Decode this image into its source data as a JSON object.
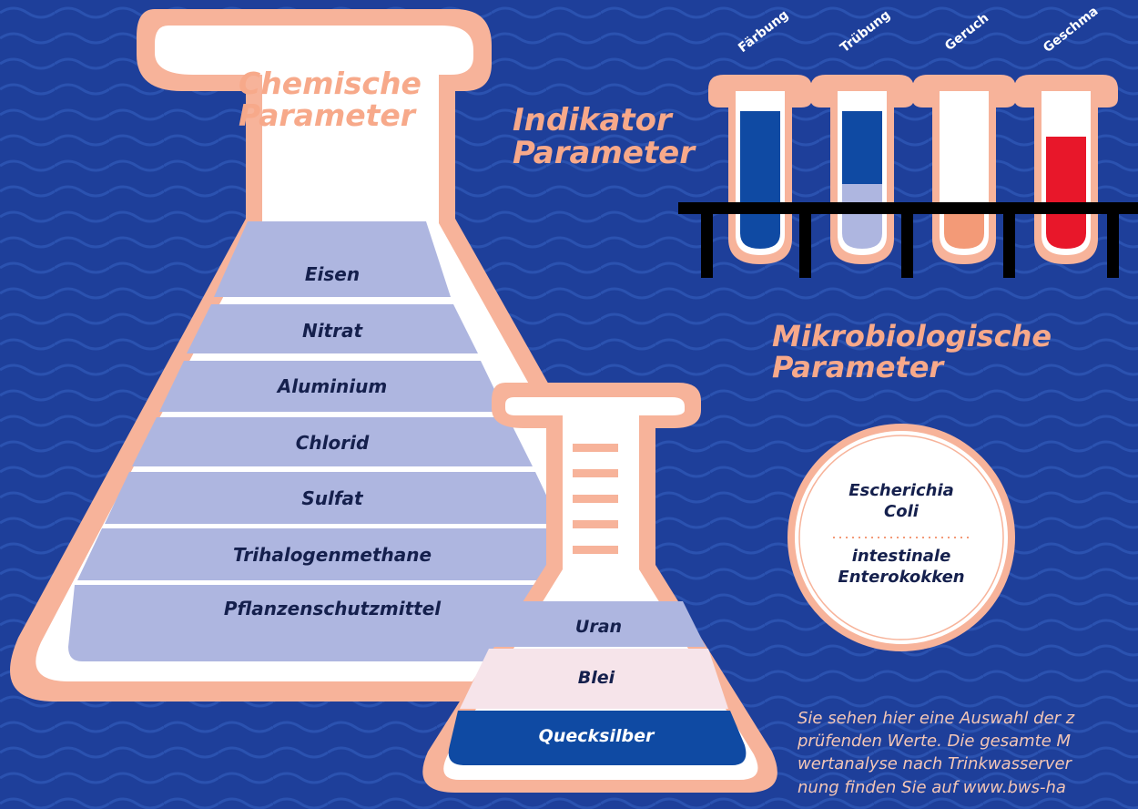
{
  "chemische": {
    "title_line1": "Chemische",
    "title_line2": "Parameter",
    "bands": [
      "Eisen",
      "Nitrat",
      "Aluminium",
      "Chlorid",
      "Sulfat",
      "Trihalogenmethane",
      "Pflanzenschutzmittel"
    ],
    "band_color": "#aeb6e0"
  },
  "small_flask": {
    "bands": [
      "Uran",
      "Blei",
      "Quecksilber"
    ],
    "colors": [
      "#aeb6e0",
      "#f6e4ea",
      "#0f4aa3"
    ]
  },
  "indikator": {
    "title_line1": "Indikator",
    "title_line2": "Parameter",
    "tubes": [
      {
        "label": "Färbung",
        "fill": "#0f4aa3"
      },
      {
        "label": "Trübung",
        "fill": "#aeb6e0"
      },
      {
        "label": "Geruch",
        "fill": "#f39a77"
      },
      {
        "label": "Geschma",
        "fill": "#e8172a"
      }
    ]
  },
  "mikro": {
    "title_line1": "Mikrobiologische",
    "title_line2": "Parameter",
    "item1_line1": "Escherichia",
    "item1_line2": "Coli",
    "item2_line1": "intestinale",
    "item2_line2": "Enterokokken"
  },
  "note": {
    "line1": "Sie sehen hier eine Auswahl der z",
    "line2": "prüfenden Werte. Die gesamte M",
    "line3": "wertanalyse nach Trinkwasserver",
    "line4": "nung finden Sie auf www.bws-ha"
  },
  "colors": {
    "background": "#1e3f9a",
    "flask_outline": "#f7b39a",
    "flask_inner": "#ffffff",
    "accent_text": "#f7a98a",
    "rack": "#000000"
  }
}
